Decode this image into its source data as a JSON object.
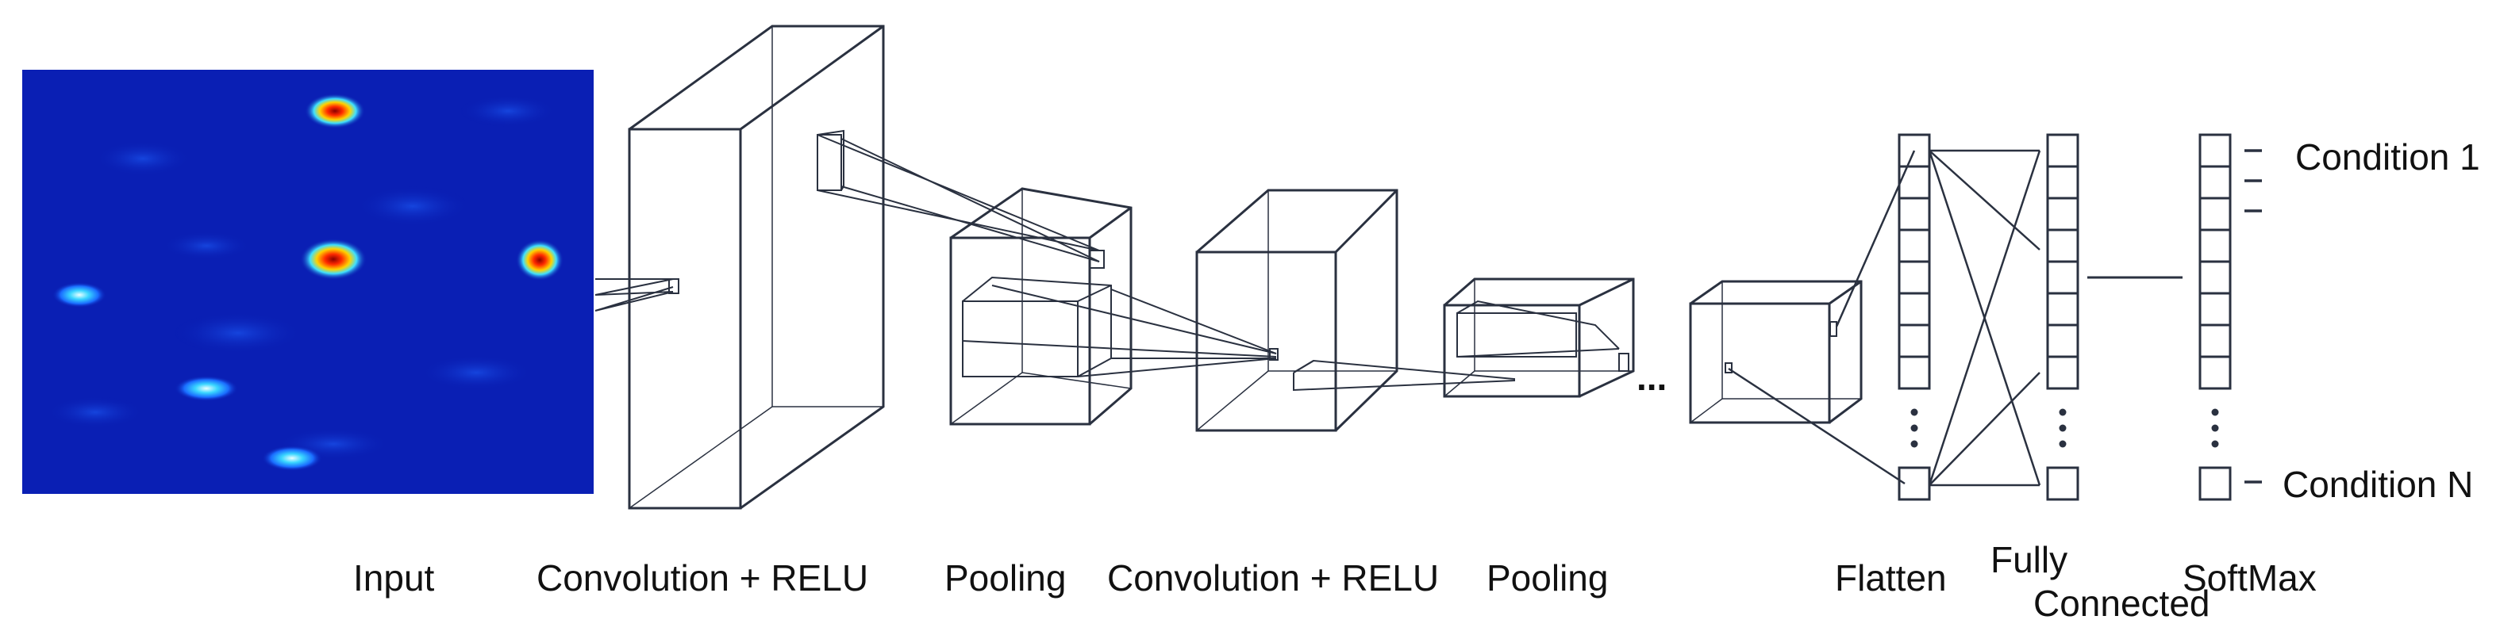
{
  "stages": {
    "input": "Input",
    "conv1": "Convolution + RELU",
    "pool1": "Pooling",
    "conv2": "Convolution + RELU",
    "pool2": "Pooling",
    "flatten": "Flatten",
    "fully_connected_1": "Fully",
    "fully_connected_2": "Connected",
    "softmax": "SoftMax"
  },
  "outputs": {
    "first": "Condition 1",
    "last": "Condition N"
  },
  "continuation": "...",
  "colors": {
    "heatmap_background": "#0a1fb4",
    "line": "#2a3140",
    "hot_spot": "#ff2a00"
  }
}
